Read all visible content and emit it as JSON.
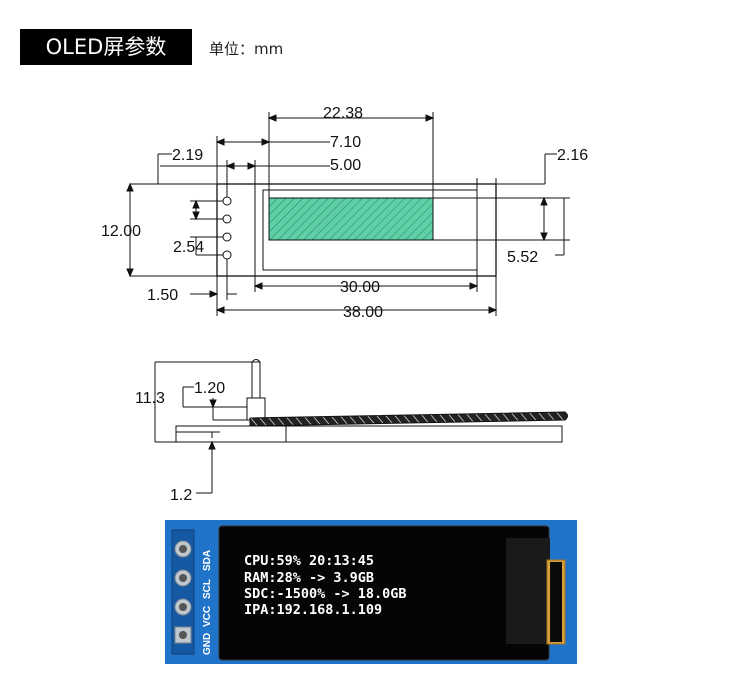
{
  "header": {
    "title": "OLED屏参数",
    "unit": "单位：mm"
  },
  "top_view": {
    "dims": {
      "d_22_38": "22.38",
      "d_7_10": "7.10",
      "d_5_00": "5.00",
      "d_2_19": "2.19",
      "d_2_16": "2.16",
      "d_12_00": "12.00",
      "d_2_54": "2.54",
      "d_5_52": "5.52",
      "d_1_50": "1.50",
      "d_30_00": "30.00",
      "d_38_00": "38.00"
    }
  },
  "side_view": {
    "dims": {
      "d_11_3": "11.3",
      "d_1_20": "1.20",
      "d_1_2": "1.2"
    }
  },
  "module": {
    "pins": [
      "GND",
      "VCC",
      "SCL",
      "SDA"
    ],
    "screen_lines": [
      "CPU:59%  20:13:45",
      "RAM:28% -> 3.9GB",
      "SDC:-1500% -> 18.0GB",
      "IPA:192.168.1.109"
    ],
    "colors": {
      "pcb": "#1f74c9",
      "screen": "#000000",
      "active_area": "#5ecfa6"
    }
  }
}
